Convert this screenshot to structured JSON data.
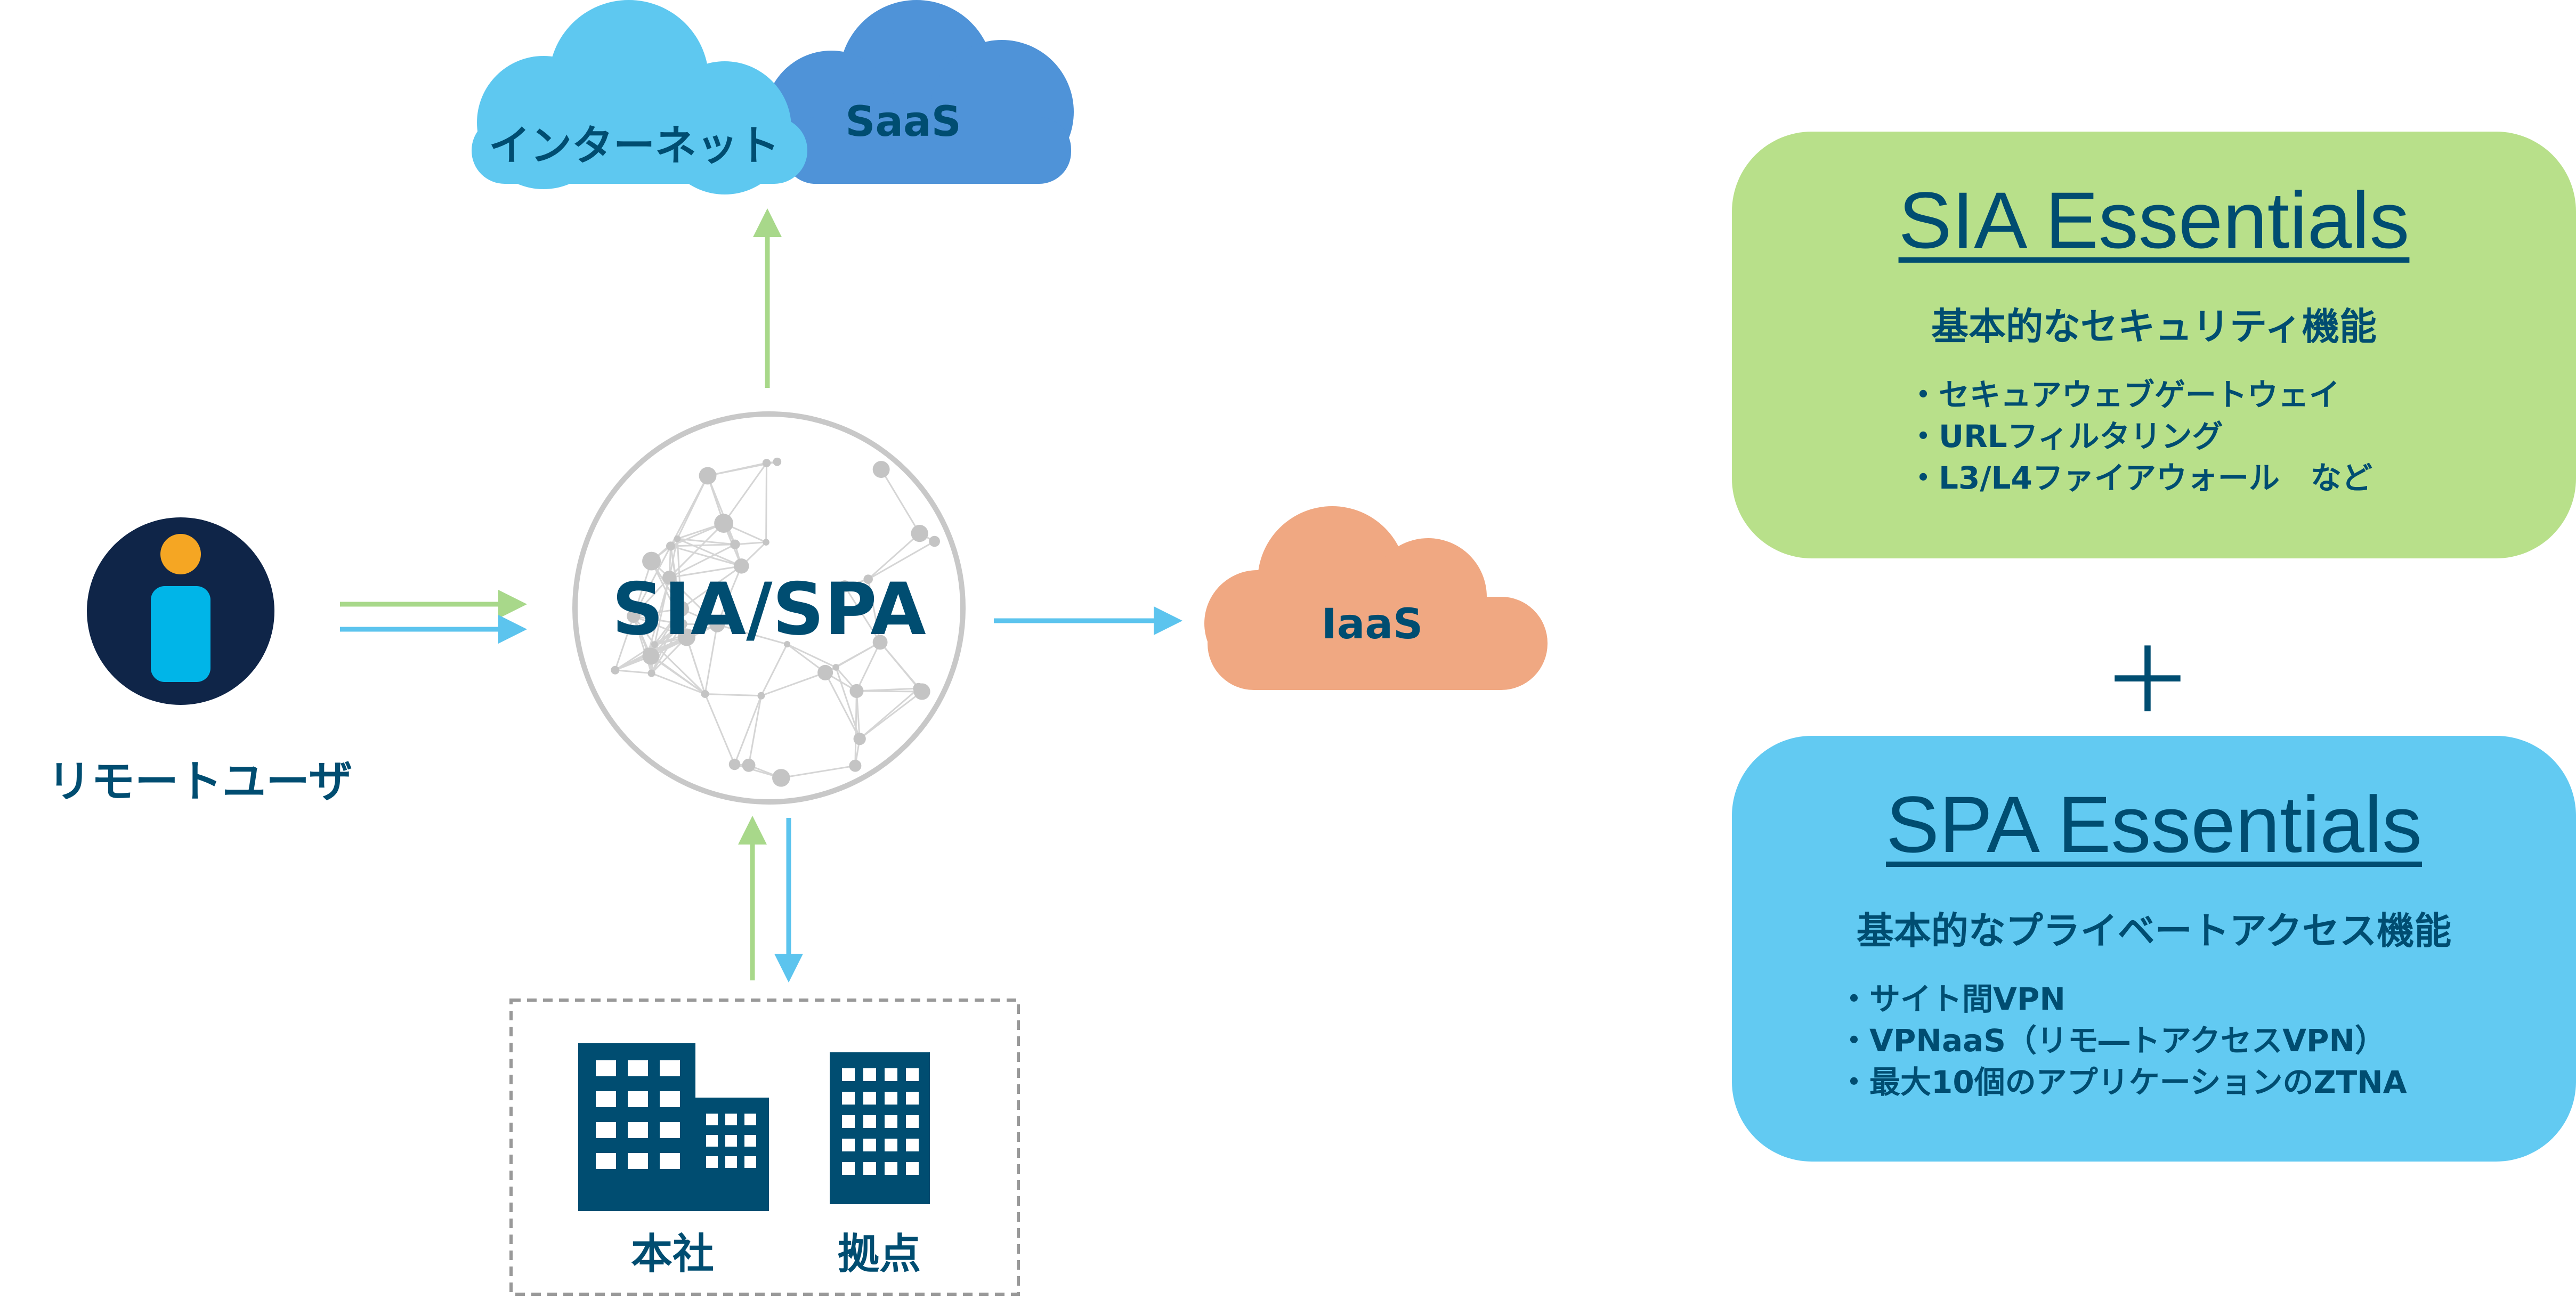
{
  "colors": {
    "text": "#004d71",
    "sia_box": "#b8e08a",
    "spa_box": "#62caf2",
    "internet_cloud": "#5ec8f0",
    "saas_cloud": "#4f93d8",
    "iaas_cloud": "#f0a882",
    "arrow_green": "#a8d88a",
    "arrow_blue": "#5cc4ee"
  },
  "diagram": {
    "remote_user": "リモートユーザ",
    "hub": "SIA/SPA",
    "internet": "インターネット",
    "saas": "SaaS",
    "iaas": "IaaS",
    "hq": "本社",
    "branch": "拠点"
  },
  "sia": {
    "title": "SIA Essentials",
    "subtitle": "基本的なセキュリティ機能",
    "items": [
      "・セキュアウェブゲートウェイ",
      "・URLフィルタリング",
      "・L3/L4ファイアウォール　など"
    ]
  },
  "plus": "＋",
  "spa": {
    "title": "SPA Essentials",
    "subtitle": "基本的なプライベートアクセス機能",
    "items": [
      "・サイト間VPN",
      "・VPNaaS（リモ―トアクセスVPN）",
      "・最大10個のアプリケーションのZTNA"
    ]
  }
}
